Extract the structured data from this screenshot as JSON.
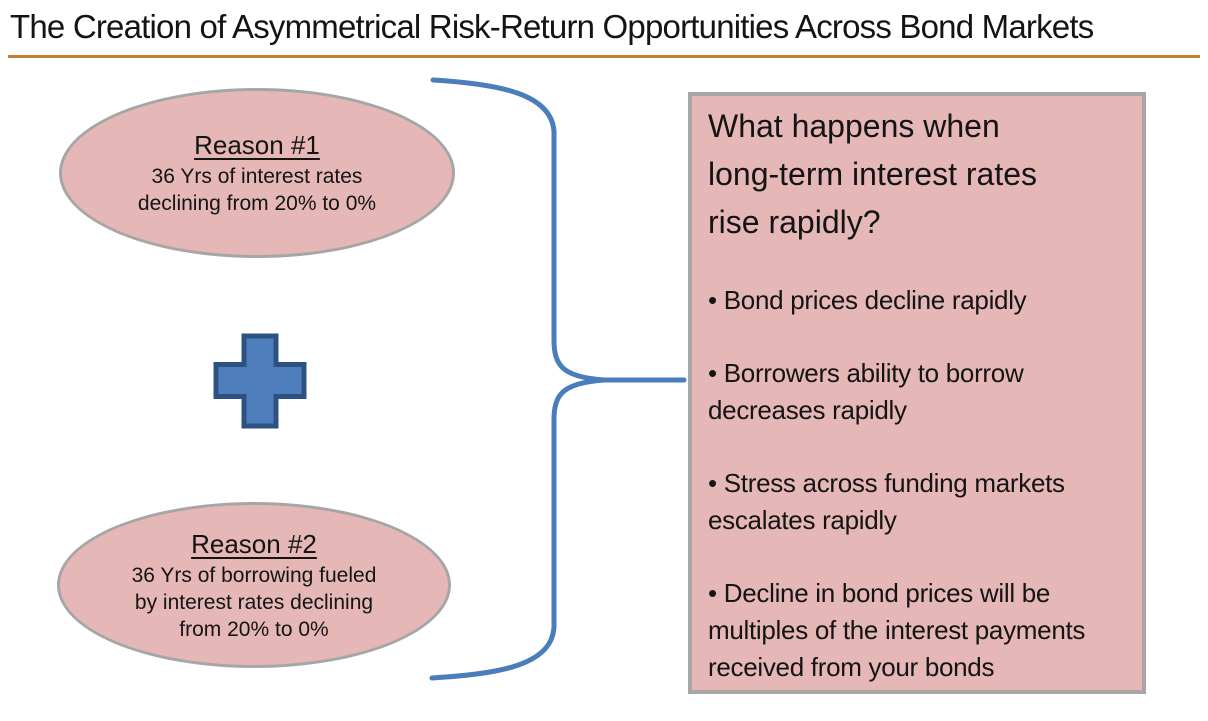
{
  "title": "The Creation of Asymmetrical Risk-Return Opportunities Across Bond Markets",
  "colors": {
    "underline": "#c9802e",
    "shape_pink": "#e5b8b7",
    "shape_border": "#a6a6a6",
    "blue": "#4a7ebb",
    "plus_fill": "#4e7fbc",
    "plus_border": "#2d5180",
    "text": "#141414"
  },
  "reasons": [
    {
      "heading": "Reason #1",
      "lines": [
        "36 Yrs of interest rates",
        "declining from 20% to 0%"
      ]
    },
    {
      "heading": "Reason #2",
      "lines": [
        "36 Yrs of borrowing fueled",
        "by interest rates declining",
        "from 20% to 0%"
      ]
    }
  ],
  "operator": "plus",
  "result_box": {
    "heading_lines": [
      "What happens when",
      "long-term interest rates",
      "rise rapidly?"
    ],
    "bullet_char": "•",
    "bullets": [
      "Bond prices decline rapidly",
      "Borrowers ability to borrow decreases rapidly",
      "Stress across funding markets escalates rapidly",
      "Decline in bond prices will be multiples of the interest payments received from your bonds"
    ]
  }
}
